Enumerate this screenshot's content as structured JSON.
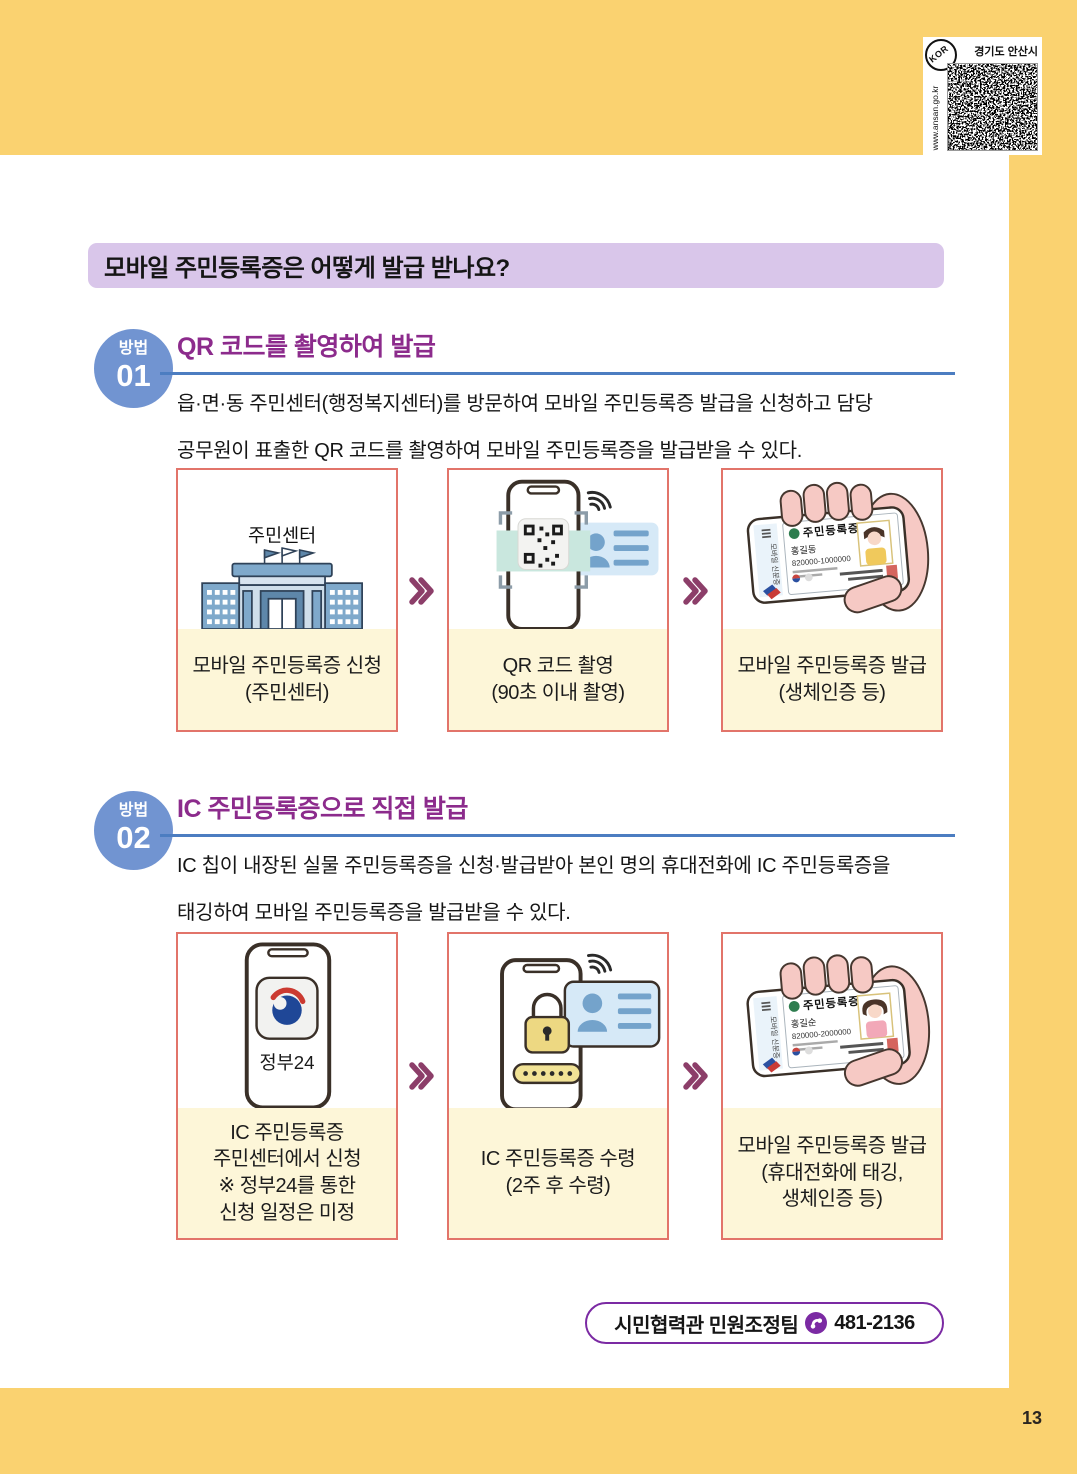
{
  "page_number": "13",
  "palette": {
    "page_background": "#FAD270",
    "title_bar_background": "#D9C6EA",
    "section_title_purple": "#8C2B8C",
    "method_badge_blue": "#7194D1",
    "divider_blue": "#4C7DC1",
    "card_border_salmon": "#E2746A",
    "caption_background": "#FDF6D8",
    "chevron_maroon": "#8C3E69",
    "contact_pill_purple": "#7B2AA3"
  },
  "corner_stamp": {
    "region": "경기도 안산시",
    "logo": "KOR",
    "url": "www.ansan.go.kr"
  },
  "title_bar": "모바일 주민등록증은 어떻게 발급 받나요?",
  "sections": [
    {
      "badge": {
        "label": "방법",
        "number": "01"
      },
      "title": "QR 코드를 촬영하여 발급",
      "body": "읍·면·동 주민센터(행정복지센터)를 방문하여 모바일 주민등록증 발급을 신청하고 담당\n공무원이 표출한 QR 코드를 촬영하여 모바일 주민등록증을 발급받을 수 있다.",
      "steps": [
        {
          "caption": "모바일 주민등록증 신청\n(주민센터)",
          "building_sign": "주민센터"
        },
        {
          "caption": "QR 코드 촬영\n(90초 이내 촬영)"
        },
        {
          "caption": "모바일 주민등록증 발급\n(생체인증 등)",
          "id_card": {
            "title": "주민등록증",
            "name": "홍길동",
            "number": "820000-1000000"
          },
          "screen_side_text": "모바일 신분증"
        }
      ]
    },
    {
      "badge": {
        "label": "방법",
        "number": "02"
      },
      "title": "IC 주민등록증으로 직접 발급",
      "body": "IC 칩이 내장된 실물 주민등록증을 신청·발급받아 본인 명의 휴대전화에 IC 주민등록증을\n태깅하여 모바일 주민등록증을 발급받을 수 있다.",
      "steps": [
        {
          "caption": "IC 주민등록증\n주민센터에서 신청\n※ 정부24를 통한\n신청 일정은 미정",
          "app_label": "정부24"
        },
        {
          "caption": "IC 주민등록증 수령\n(2주 후 수령)"
        },
        {
          "caption": "모바일 주민등록증 발급\n(휴대전화에 태깅,\n생체인증 등)",
          "id_card": {
            "title": "주민등록증",
            "name": "홍길순",
            "number": "820000-2000000"
          },
          "screen_side_text": "모바일 신분증"
        }
      ]
    }
  ],
  "contact": {
    "team": "시민협력관 민원조정팀",
    "phone": "481-2136"
  }
}
